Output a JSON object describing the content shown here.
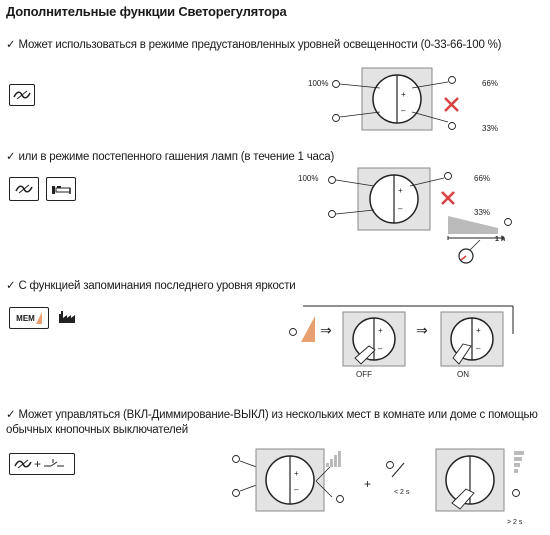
{
  "title": "Дополнительные функции Светорегулятора",
  "features": [
    {
      "check": "✓",
      "text": "Может использоваться в режиме предустановленных уровней освещенности (0-33-66-100 %)"
    },
    {
      "check": "✓",
      "text": "или в режиме постепенного гашения ламп (в течение 1 часа)"
    },
    {
      "check": "✓",
      "text": "С функцией запоминания последнего уровня яркости"
    },
    {
      "check": "✓",
      "text": "Может управляться (ВКЛ-Диммирование-ВЫКЛ) из нескольких мест в комнате или доме с помощью обычных кнопочных выключателей"
    }
  ],
  "diagram1": {
    "label_100": "100%",
    "label_66": "66%",
    "label_33": "33%",
    "plus": "+",
    "minus": "–"
  },
  "diagram2": {
    "label_100": "100%",
    "label_66": "66%",
    "label_33": "33%",
    "time": "1 h",
    "plus": "+",
    "minus": "–"
  },
  "diagram3": {
    "mem_label": "MEM",
    "off_label": "OFF",
    "on_label": "ON",
    "arrow": "⇒",
    "plus": "+",
    "minus": "–"
  },
  "diagram4": {
    "plus_sign": "+",
    "short_press": "< 2 s",
    "long_press": "> 2 s",
    "plus": "+",
    "minus": "–"
  },
  "icon_plus": "+"
}
